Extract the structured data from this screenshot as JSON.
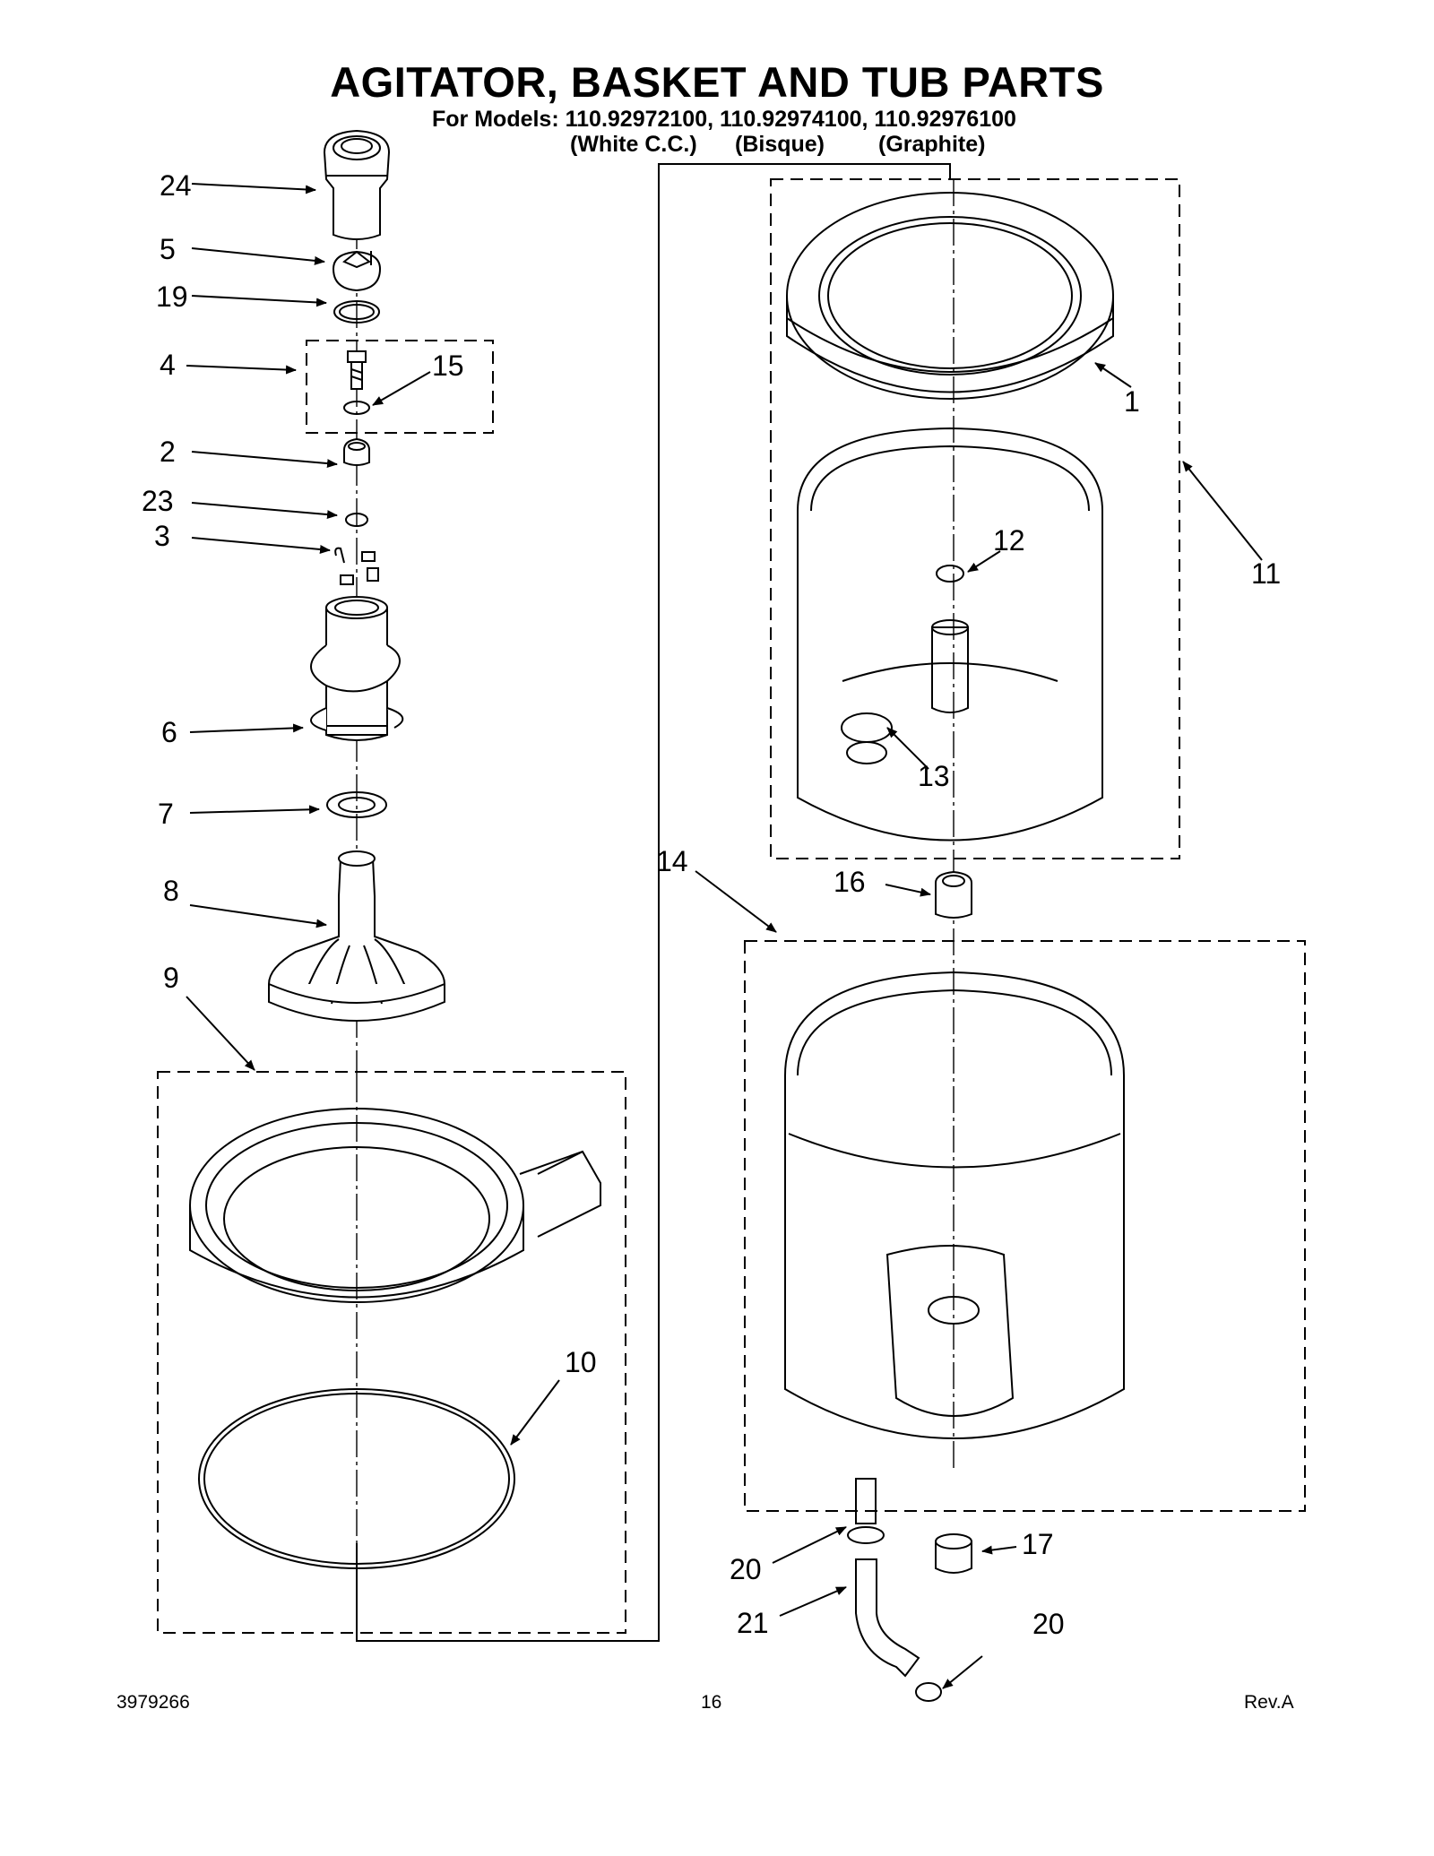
{
  "header": {
    "title": "AGITATOR, BASKET AND TUB PARTS",
    "models_line": "For Models: 110.92972100, 110.92974100, 110.92976100",
    "variants": [
      "(White C.C.)",
      "(Bisque)",
      "(Graphite)"
    ]
  },
  "callouts": [
    "24",
    "5",
    "19",
    "4",
    "15",
    "2",
    "23",
    "3",
    "6",
    "7",
    "8",
    "9",
    "10",
    "1",
    "11",
    "12",
    "13",
    "14",
    "16",
    "17",
    "20",
    "21",
    "20"
  ],
  "footer": {
    "doc_number": "3979266",
    "page_number": "16",
    "revision": "Rev.A"
  }
}
